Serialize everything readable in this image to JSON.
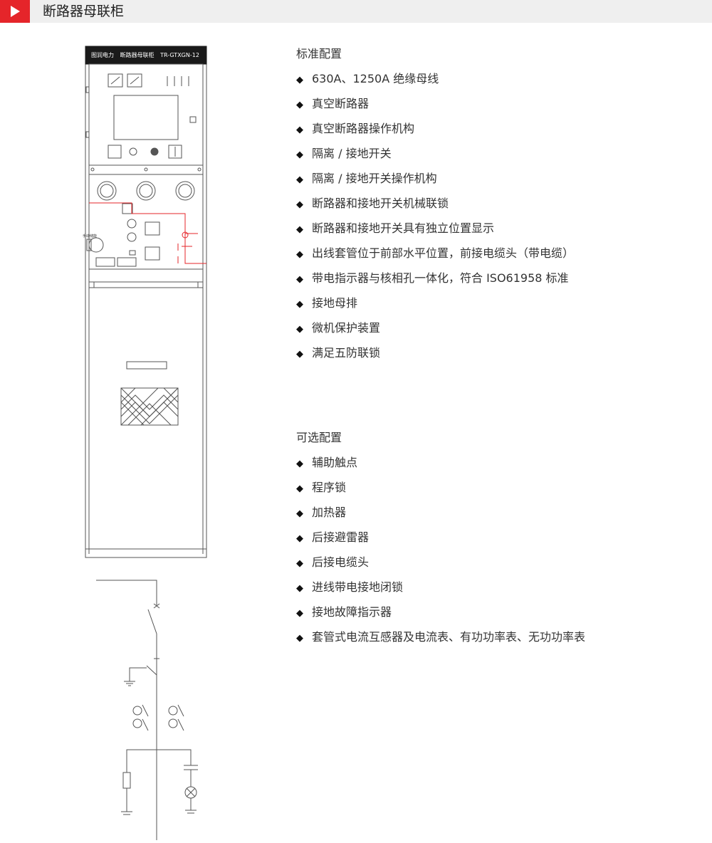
{
  "header": {
    "title": "断路器母联柜",
    "accent_color": "#e5252a",
    "icon": "play-triangle-icon"
  },
  "cabinet": {
    "brand": "图润电力",
    "name": "断路器母联柜",
    "model": "TR-GTXGN-12",
    "handle_label": "手动储能"
  },
  "standard": {
    "title": "标准配置",
    "items": [
      "630A、1250A 绝缘母线",
      "真空断路器",
      "真空断路器操作机构",
      "隔离 / 接地开关",
      "隔离 / 接地开关操作机构",
      "断路器和接地开关机械联锁",
      "断路器和接地开关具有独立位置显示",
      "出线套管位于前部水平位置，前接电缆头（带电缆）",
      "带电指示器与核相孔一体化，符合 ISO61958 标准",
      "接地母排",
      "微机保护装置",
      "满足五防联锁"
    ]
  },
  "optional": {
    "title": "可选配置",
    "items": [
      "辅助触点",
      "程序锁",
      "加热器",
      "后接避雷器",
      "后接电缆头",
      "进线带电接地闭锁",
      "接地故障指示器",
      "套管式电流互感器及电流表、有功功率表、无功功率表"
    ]
  },
  "bullet": "◆"
}
